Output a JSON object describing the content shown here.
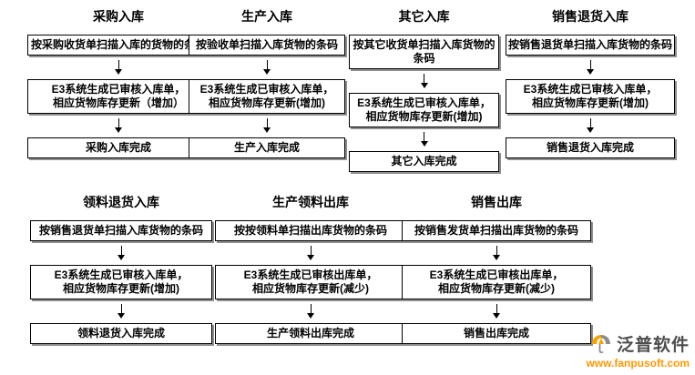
{
  "flows": [
    {
      "title": "采购入库",
      "scan": "按采购收货单扫描入库的货物的条码",
      "process1": "E3系统生成已审核入库单，",
      "process2": "相应货物库存更新（增加）",
      "done": "采购入库完成"
    },
    {
      "title": "生产入库",
      "scan": "按验收单扫描入库货物的条码",
      "process1": "E3系统生成已审核入库单，",
      "process2": "相应货物库存更新(增加)",
      "done": "生产入库完成"
    },
    {
      "title": "其它入库",
      "scan": "按其它收货单扫描入库货物的条码",
      "process1": "E3系统生成已审核入库单，",
      "process2": "相应货物库存更新(增加)",
      "done": "其它入库完成"
    },
    {
      "title": "销售退货入库",
      "scan": "按销售退货单扫描入库货物的条码",
      "process1": "E3系统生成已审核入库单，",
      "process2": "相应货物库存更新(增加)",
      "done": "销售退货入库完成"
    },
    {
      "title": "领料退货入库",
      "scan": "按销售退货单扫描入库货物的条码",
      "process1": "E3系统生成已审核入库单，",
      "process2": "相应货物库存更新(增加)",
      "done": "领料退货入库完成"
    },
    {
      "title": "生产领料出库",
      "scan": "按按领料单扫描出库货物的条码",
      "process1": "E3系统生成已审核出库单，",
      "process2": "相应货物库存更新(减少)",
      "done": "生产领料出库完成"
    },
    {
      "title": "销售出库",
      "scan": "按销售发货单扫描出库货物的条码",
      "process1": "E3系统生成已审核出库单，",
      "process2": "相应货物库存更新(减少)",
      "done": "销售出库完成"
    }
  ],
  "logo": {
    "name": "泛普软件",
    "website": "www.fanpusoft.com"
  }
}
